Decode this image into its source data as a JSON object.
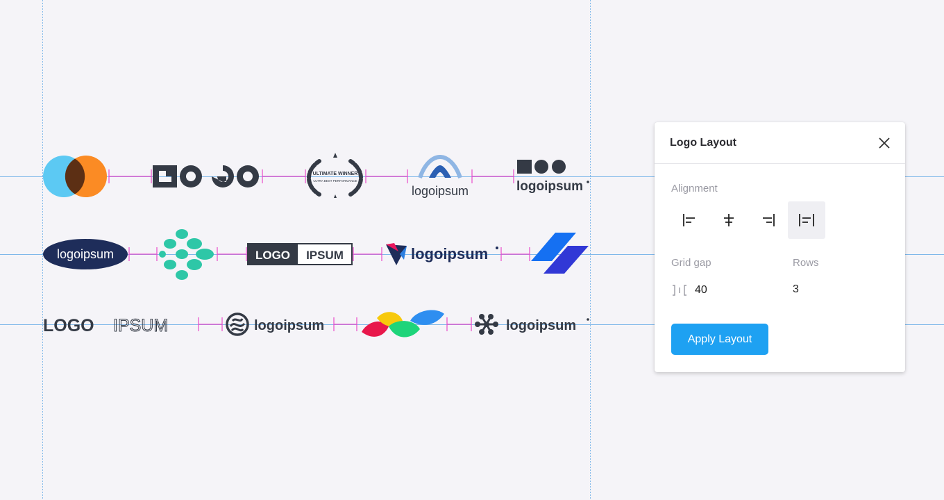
{
  "canvas": {
    "guide_color": "#7fb8ea",
    "spacing_marker_color": "#e94bc9",
    "logos": [
      {
        "id": "overlap-circles",
        "text": ""
      },
      {
        "id": "logo-wordmark",
        "text": "LOGO"
      },
      {
        "id": "laurel-badge",
        "text": "ULTIMATE WINNER",
        "subtext": "ULTRA BEST PERFORMANCE"
      },
      {
        "id": "arch-logoipsum",
        "text": "logoipsum"
      },
      {
        "id": "shapes-logoipsum",
        "text": "logoipsum"
      },
      {
        "id": "oval-logoipsum",
        "text": "logoipsum"
      },
      {
        "id": "dots-mark",
        "text": ""
      },
      {
        "id": "logo-ipsum-box",
        "text": "LOGO",
        "text2": "IPSUM"
      },
      {
        "id": "tri-logoipsum",
        "text": "logoipsum"
      },
      {
        "id": "parallelogram-mark",
        "text": ""
      },
      {
        "id": "logoipsum-outline",
        "text": "LOGO",
        "text2": "IPSUM"
      },
      {
        "id": "wave-logoipsum",
        "text": "logoipsum"
      },
      {
        "id": "petals-mark",
        "text": ""
      },
      {
        "id": "molecule-logoipsum",
        "text": "logoipsum"
      }
    ]
  },
  "panel": {
    "title": "Logo Layout",
    "alignment_label": "Alignment",
    "alignment_options": [
      "align-left",
      "align-center",
      "align-right",
      "distribute"
    ],
    "alignment_selected": "distribute",
    "grid_gap_label": "Grid gap",
    "grid_gap_value": "40",
    "rows_label": "Rows",
    "rows_value": "3",
    "apply_label": "Apply Layout",
    "accent_color": "#1ea1f2"
  }
}
